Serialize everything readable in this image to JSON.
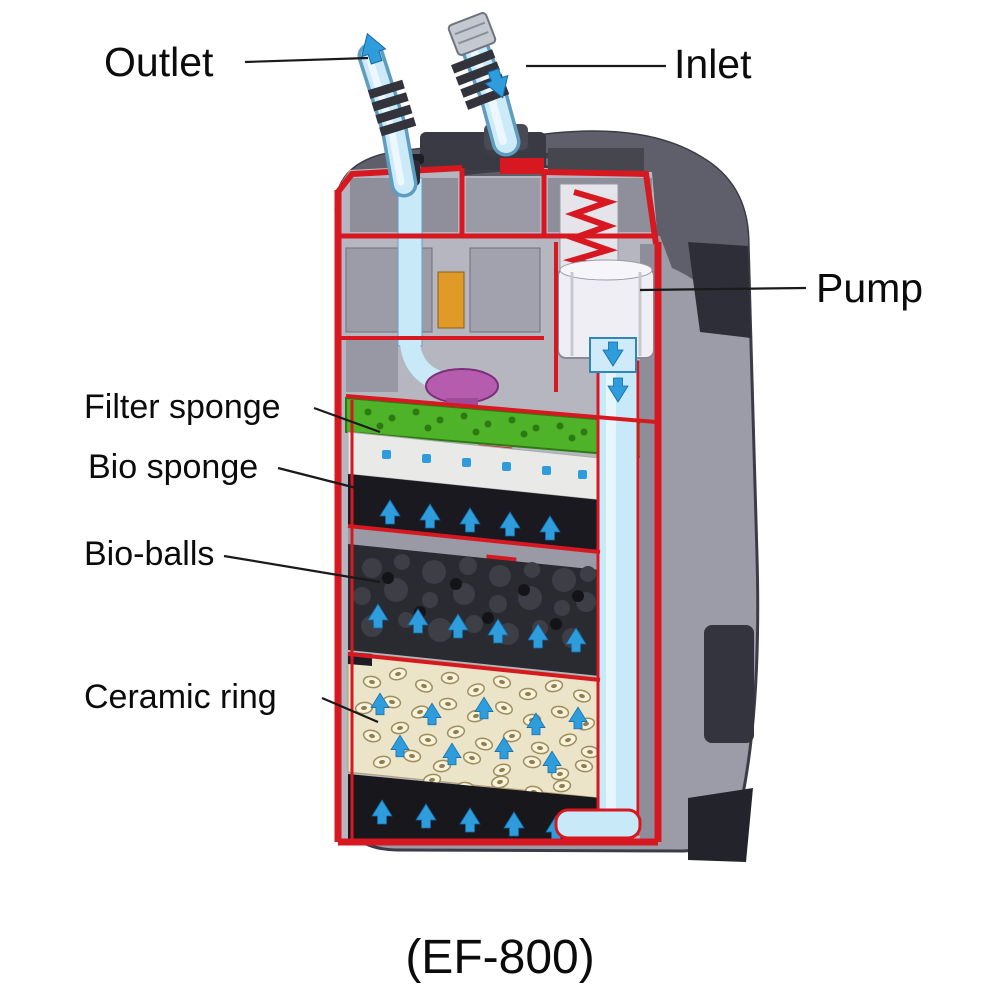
{
  "caption": "(EF-800)",
  "labels": {
    "outlet": "Outlet",
    "inlet": "Inlet",
    "pump": "Pump",
    "filter_sponge": "Filter sponge",
    "bio_sponge": "Bio sponge",
    "bio_balls": "Bio-balls",
    "ceramic_ring": "Ceramic ring"
  },
  "colors": {
    "background": "#ffffff",
    "body_gray": "#9b9ca8",
    "head_gray": "#5e5f6a",
    "cutaway_red": "#d81820",
    "water_blue": "#cdeaf8",
    "water_outline": "#5e9cc0",
    "arrow_blue": "#2f9ddc",
    "sponge_green": "#4fb32a",
    "bio_sponge_black": "#19191f",
    "bio_balls_dark": "#2a2a31",
    "ceramic_cream": "#ece4c8",
    "impeller_purple": "#b55cae",
    "orange_part": "#e09a28",
    "label_text": "#0b0b0b"
  }
}
